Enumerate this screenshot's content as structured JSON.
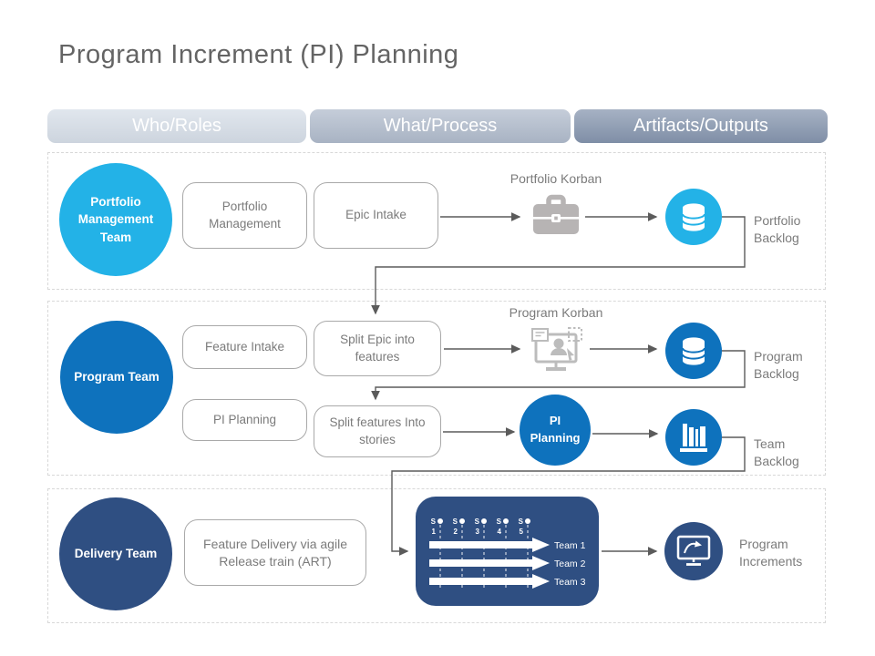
{
  "title": "Program Increment (PI) Planning",
  "bands": {
    "who": "Who/Roles",
    "what": "What/Process",
    "artifacts": "Artifacts/Outputs"
  },
  "row1": {
    "team": "Portfolio Management Team",
    "process1": "Portfolio Management",
    "process2": "Epic Intake",
    "kanban": "Portfolio Korban",
    "backlog": "Portfolio Backlog"
  },
  "row2": {
    "team": "Program Team",
    "process1": "Feature Intake",
    "process2": "Split Epic into features",
    "process3": "PI Planning",
    "process4": "Split features Into stories",
    "kanban": "Program Korban",
    "backlog": "Program Backlog",
    "pi_circle": "PI Planning",
    "team_backlog": "Team Backlog"
  },
  "row3": {
    "team": "Delivery Team",
    "process1": "Feature Delivery via agile Release train (ART)",
    "sprint_letters": [
      "S",
      "S",
      "S",
      "S",
      "S"
    ],
    "sprint_numbers": [
      "1",
      "2",
      "3",
      "4",
      "5"
    ],
    "teams": [
      "Team 1",
      "Team 2",
      "Team 3"
    ],
    "output": "Program Increments"
  },
  "icons": {
    "row1_artifact": "briefcase-icon",
    "row1_output": "database-icon",
    "row2_artifact": "kanban-board-icon",
    "row2_output": "database-icon",
    "row2_team_output": "books-icon",
    "row3_board": "sprint-schedule-icon",
    "row3_output": "monitor-chart-icon"
  },
  "colors": {
    "cyan": "#23B2E7",
    "blue": "#0E72BD",
    "navy": "#2F4F82",
    "band_who": "#D5DDE7",
    "band_what": "#AFBACB",
    "band_artifacts": "#8494AD",
    "connector": "#5b5b5b",
    "icon_gray": "#b7b4b4",
    "text_gray": "#7b7b7b"
  }
}
